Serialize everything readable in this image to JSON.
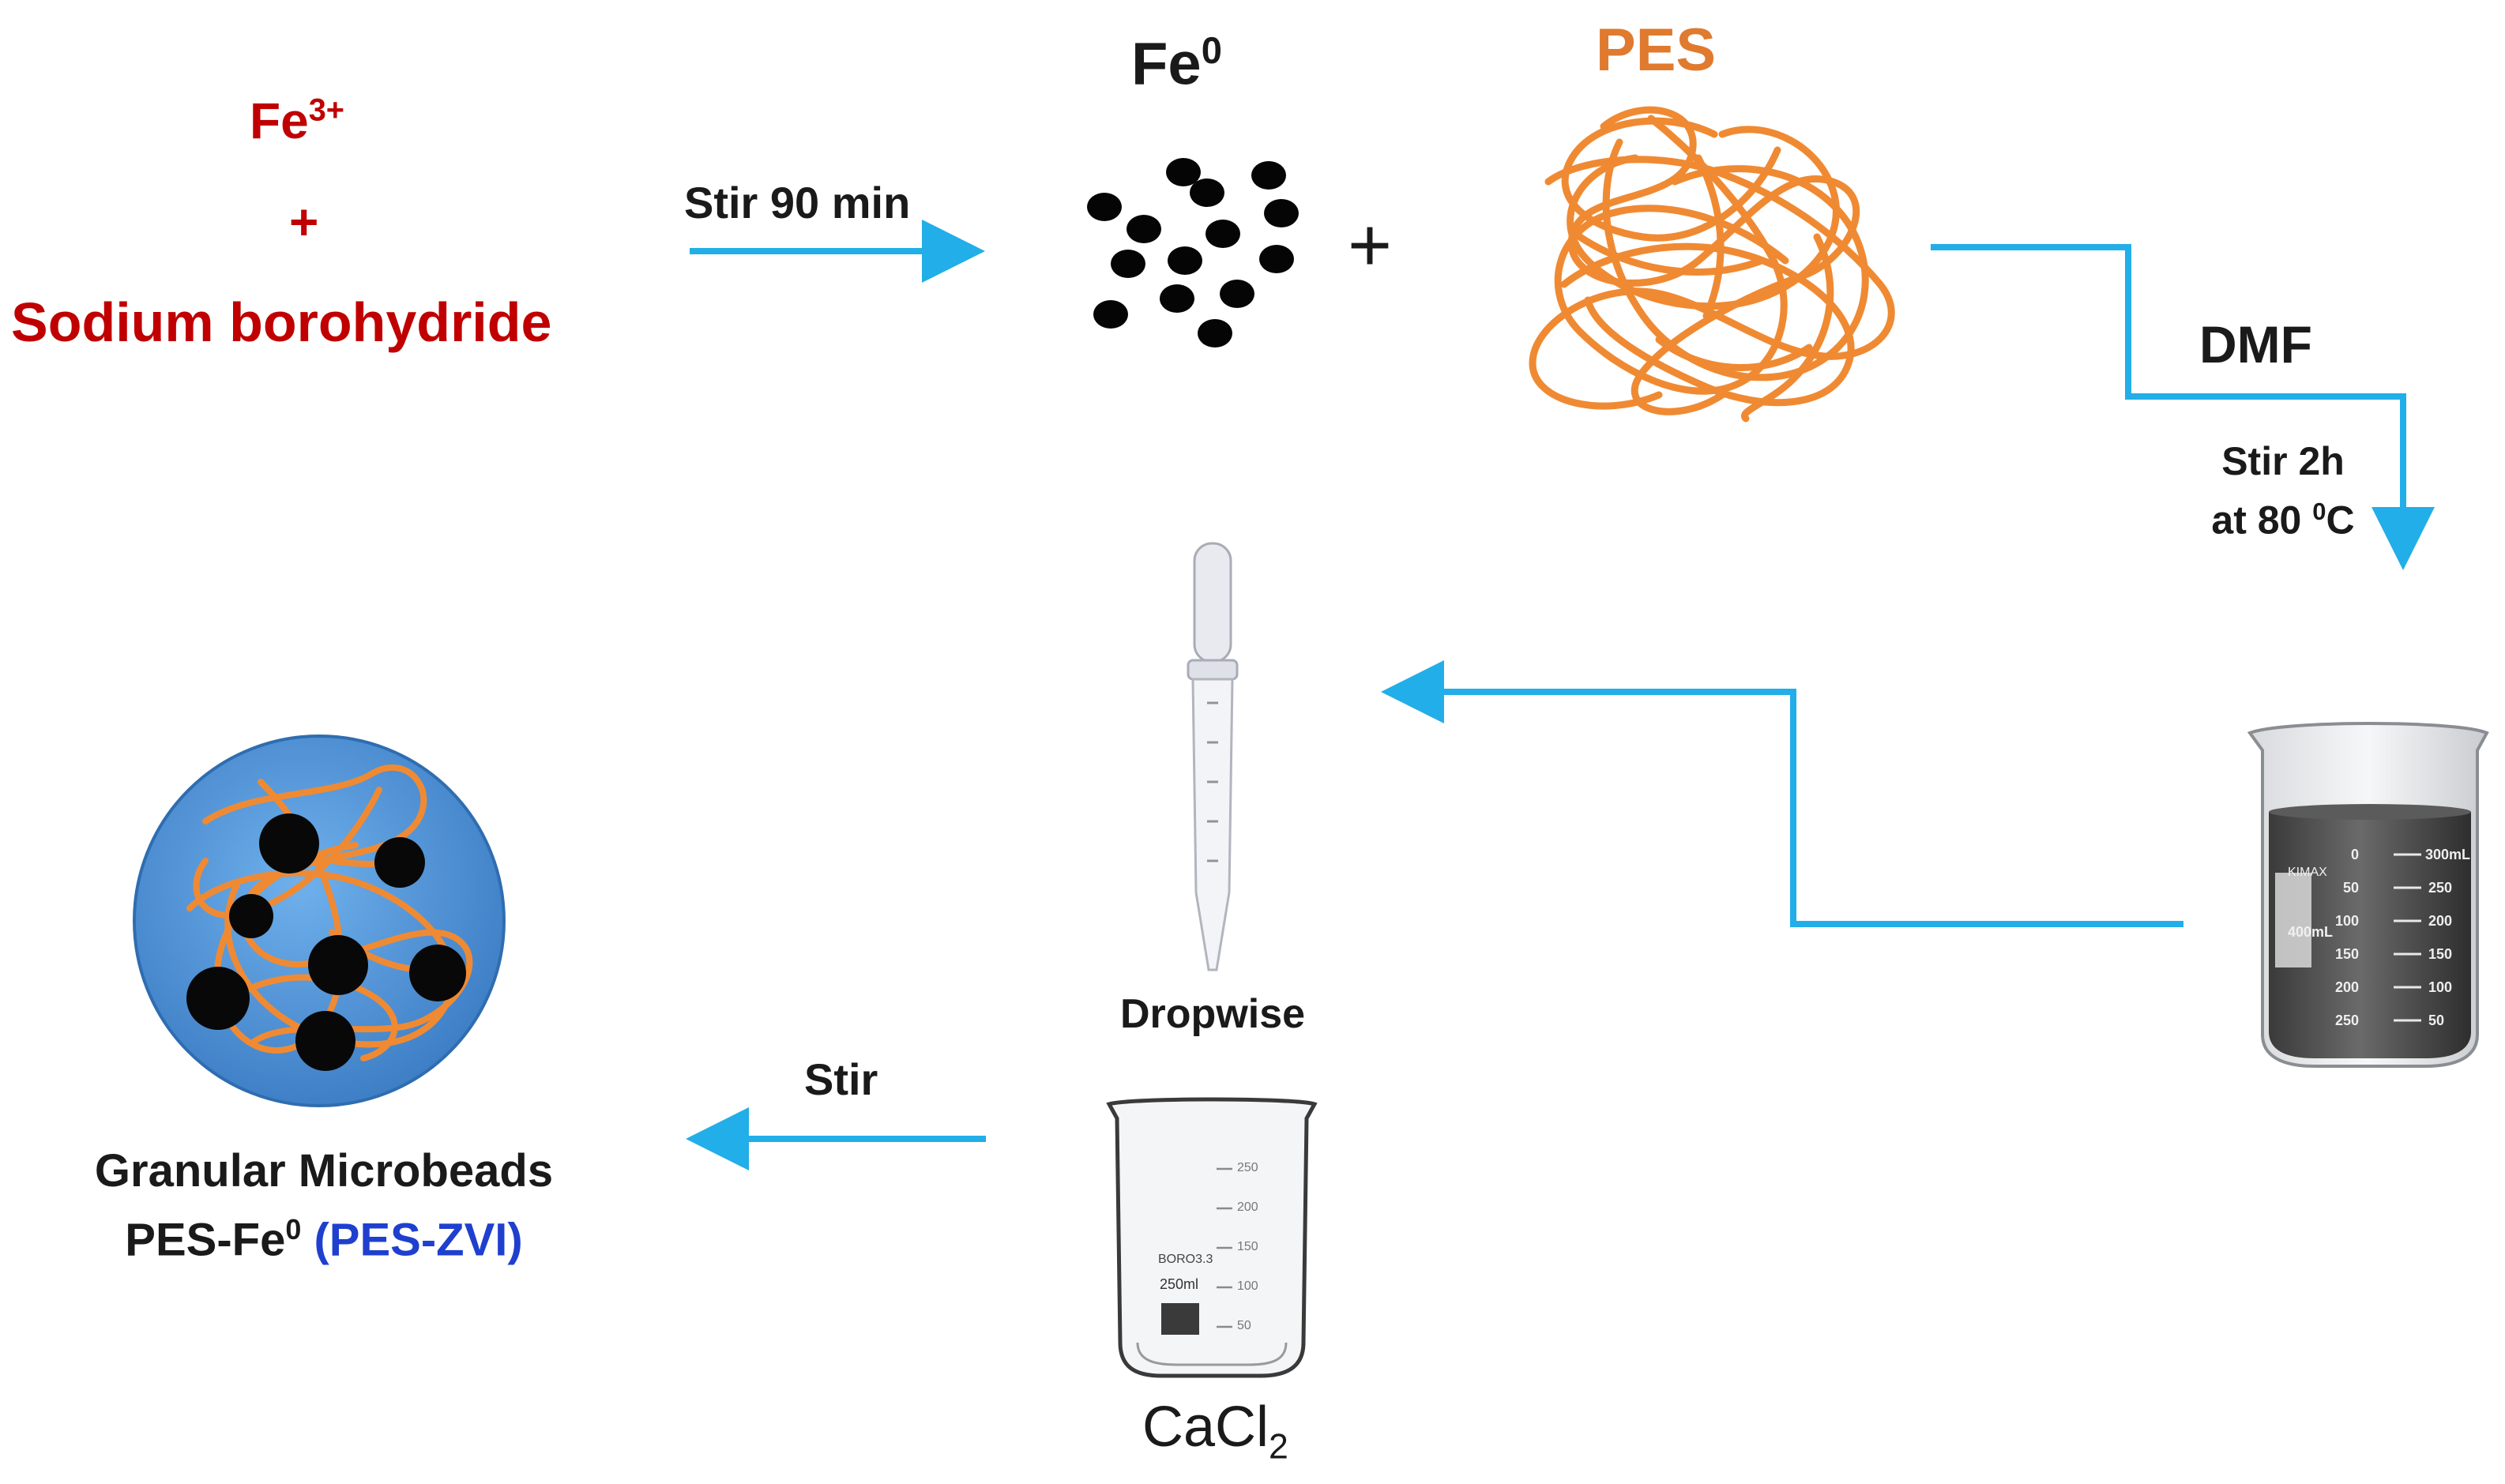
{
  "reactants": {
    "fe_ion": "Fe",
    "fe_ion_charge": "3+",
    "plus": "+",
    "reducer": "Sodium borohydride"
  },
  "steps": {
    "stir_90": "Stir 90 min",
    "dmf": "DMF",
    "stir_2h_line1": "Stir 2h",
    "stir_2h_line2": "at 80 ",
    "stir_2h_deg": "0",
    "stir_2h_unit": "C",
    "dropwise": "Dropwise",
    "stir": "Stir"
  },
  "materials": {
    "fe0": "Fe",
    "fe0_sup": "0",
    "plus": "+",
    "pes": "PES",
    "cacl": "CaCl",
    "cacl_sub": "2"
  },
  "product": {
    "line1": "Granular Microbeads",
    "line2_prefix": "PES-Fe",
    "line2_sup": "0",
    "line2_abbrev": "(PES-ZVI)"
  },
  "beaker_right": {
    "brand": "KIMAX",
    "capacity": "400mL",
    "top_mark": "300mL",
    "left_marks": [
      "0",
      "50",
      "100",
      "150",
      "200",
      "250"
    ],
    "right_marks": [
      "250",
      "200",
      "150",
      "100",
      "50"
    ]
  },
  "beaker_bottom": {
    "brand": "BORO3.3",
    "capacity": "250ml",
    "marks": [
      "250",
      "200",
      "150",
      "100",
      "50"
    ]
  },
  "colors": {
    "reactant_red": "#c00000",
    "pes_orange": "#e07a2e",
    "arrow_blue": "#22aee8",
    "bead_blue": "#4a8fd6",
    "zvi_blue": "#1f3fcf"
  }
}
